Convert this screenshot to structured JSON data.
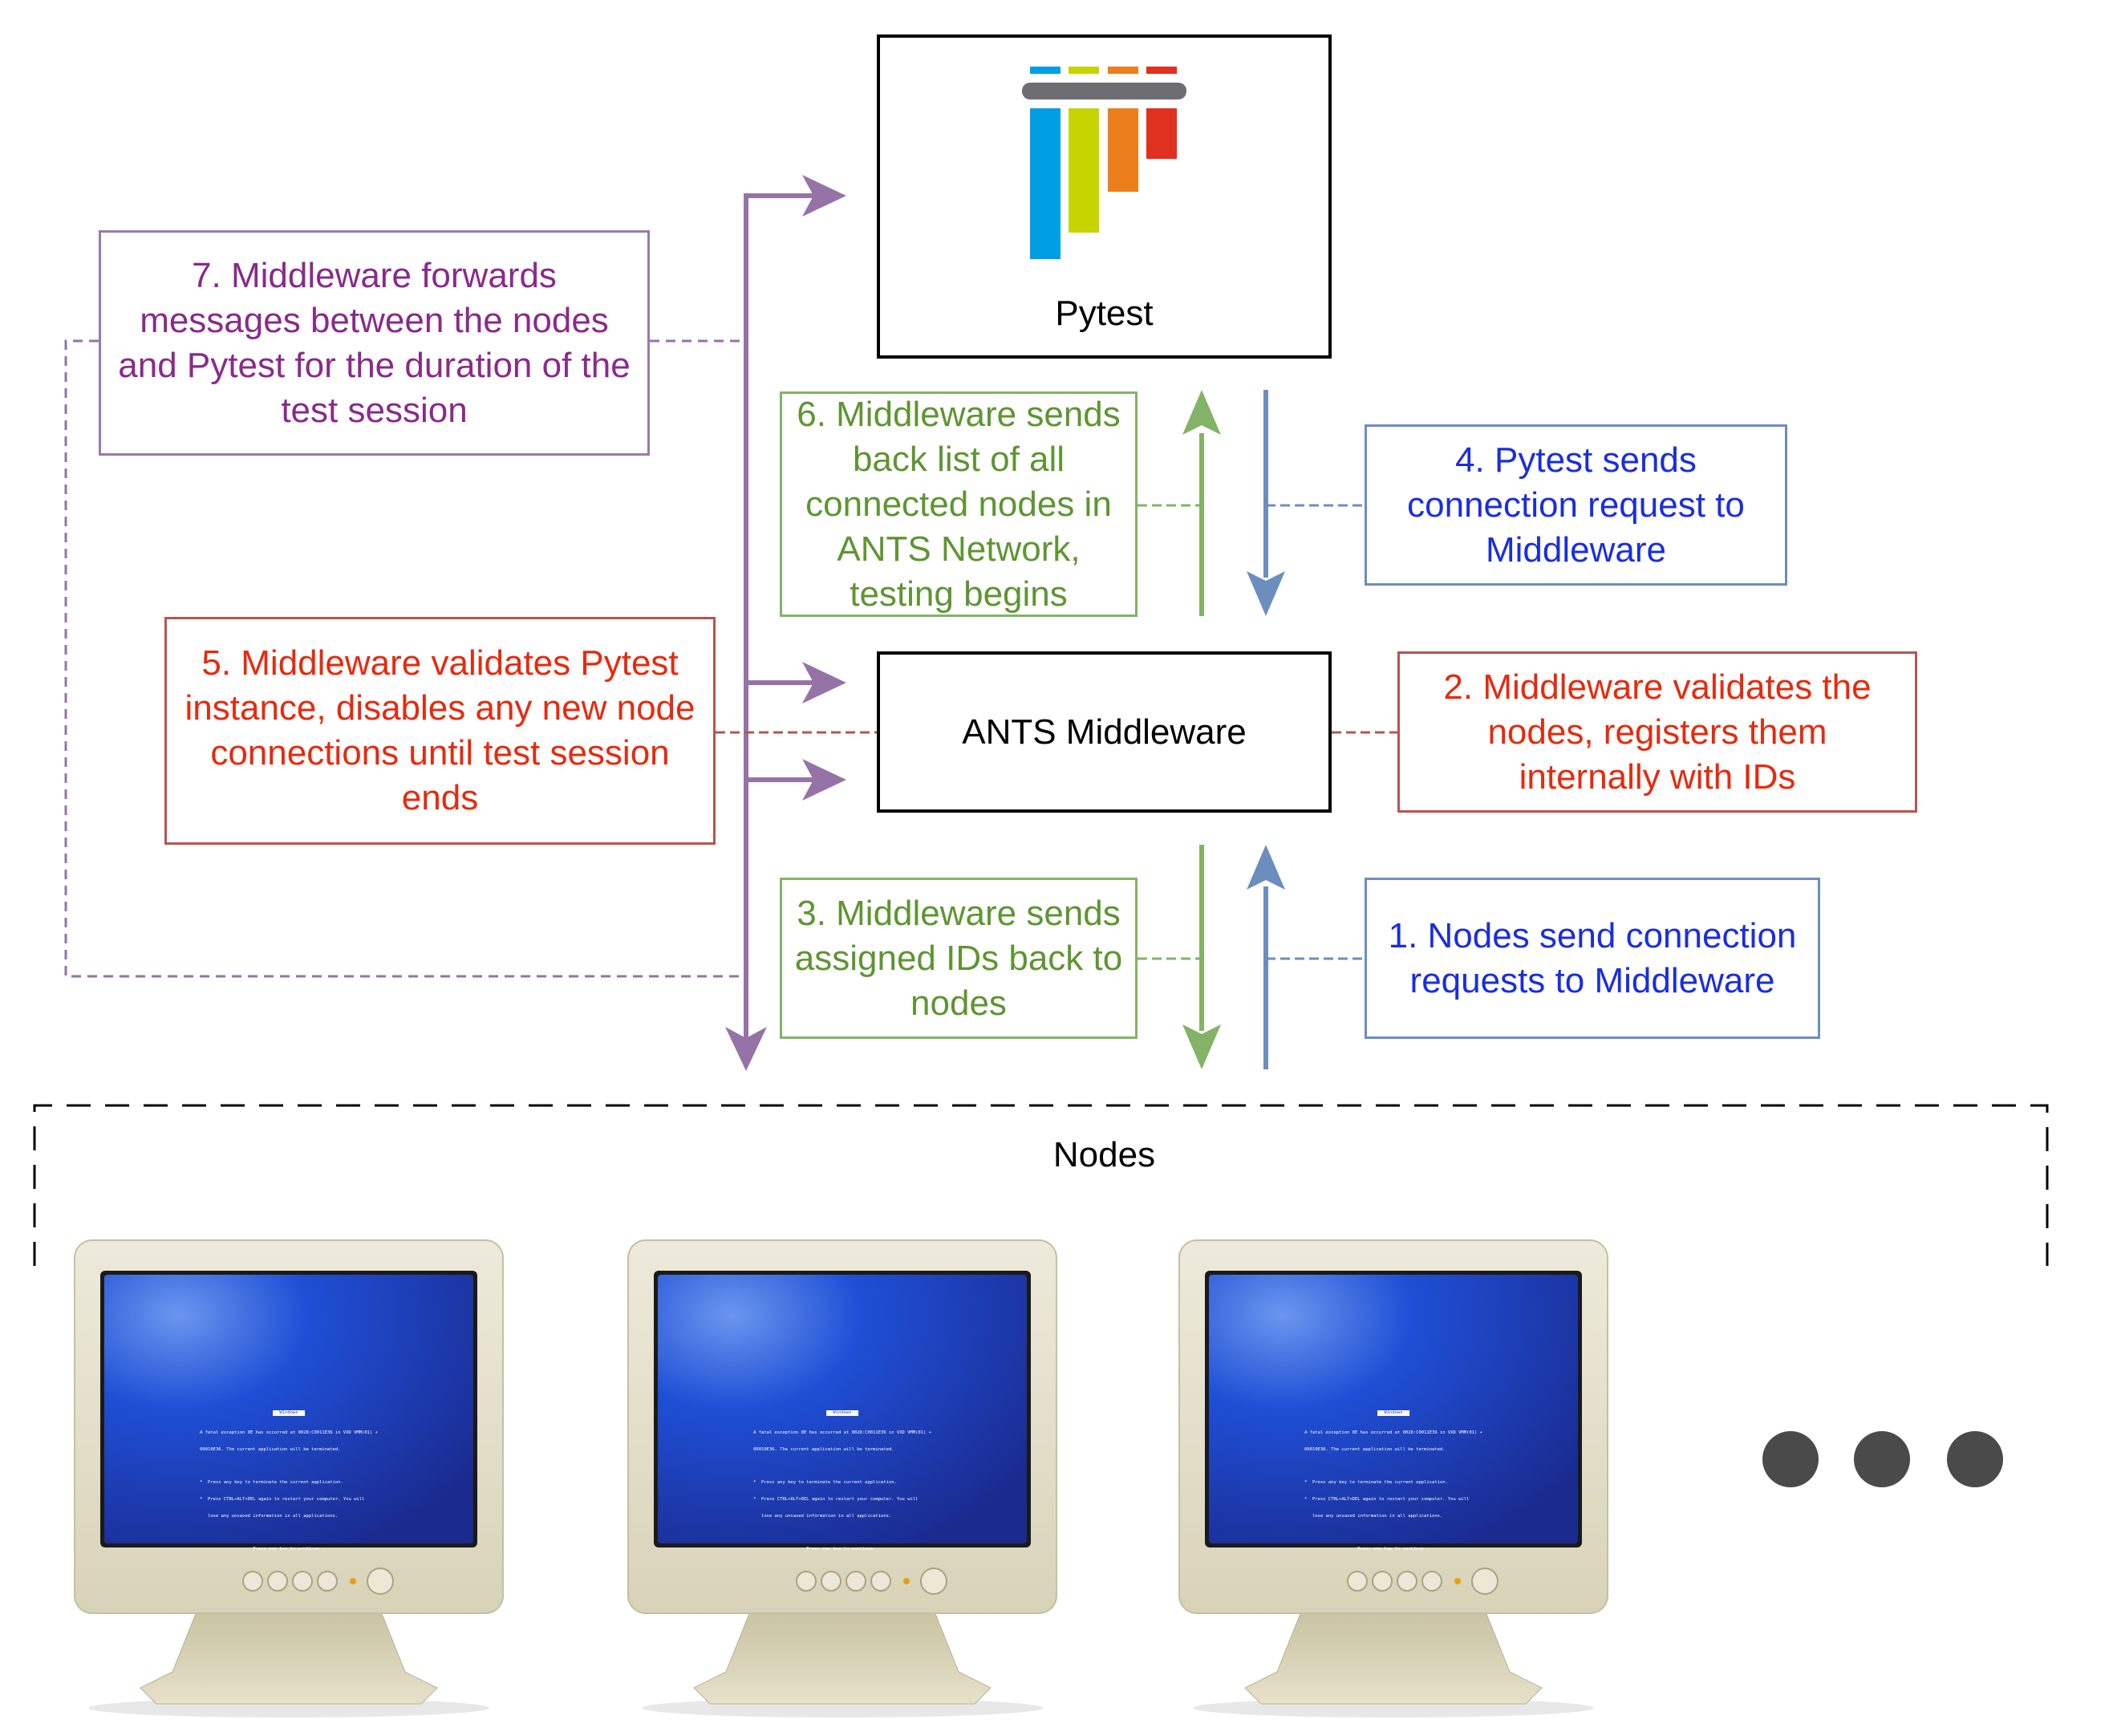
{
  "diagram": {
    "nodes": {
      "pytest": {
        "label": "Pytest"
      },
      "middleware": {
        "label": "ANTS Middleware"
      },
      "nodes_group": {
        "label": "Nodes"
      }
    },
    "steps": {
      "s1": {
        "text": "1. Nodes send connection requests to Middleware",
        "color": "#1a2de0"
      },
      "s2": {
        "text": "2. Middleware validates the nodes, registers them internally with IDs",
        "color": "#e62a0e"
      },
      "s3": {
        "text": "3. Middleware sends assigned IDs back to nodes",
        "color": "#5e9532"
      },
      "s4": {
        "text": "4. Pytest sends connection request to Middleware",
        "color": "#1a2de0"
      },
      "s5": {
        "text": "5. Middleware validates Pytest instance, disables any new node connections until test session ends",
        "color": "#e62a0e"
      },
      "s6": {
        "text": "6. Middleware sends back list of all connected nodes in ANTS Network, testing begins",
        "color": "#5e9532"
      },
      "s7": {
        "text": "7. Middleware forwards messages between the nodes and Pytest for the duration of the test session",
        "color": "#8a2a8a"
      }
    },
    "pytest_logo_colors": [
      "#009fe3",
      "#c8d400",
      "#ec7e1b",
      "#e0301e",
      "#6d6d72"
    ],
    "monitor_screen": {
      "title": "Windows",
      "line1": "A fatal exception 0E has occurred at 0028:C0011E36 in VXD VMM(01) +",
      "line2": "00010E36. The current application will be terminated.",
      "bullet1": "*  Press any key to terminate the current application.",
      "bullet2": "*  Press CTRL+ALT+DEL again to restart your computer. You will",
      "bullet2b": "   lose any unsaved information in all applications.",
      "prompt": "Press any key to continue _"
    },
    "more_indicator": "ellipsis"
  }
}
